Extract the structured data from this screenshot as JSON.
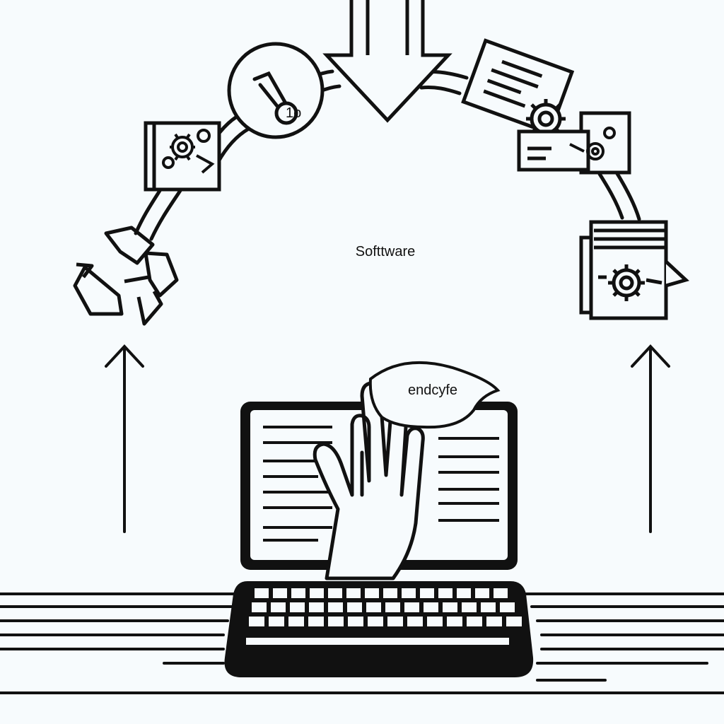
{
  "diagram": {
    "center_label": "Softtware",
    "bubble_label": "endcyfe",
    "key_badge_text": "1o"
  },
  "colors": {
    "background": "#f7fbfd",
    "ink": "#111111"
  },
  "icons": [
    "recycle-icon",
    "gear-document-icon",
    "key-icon",
    "down-arrow-icon",
    "settings-document-icon",
    "config-file-icon",
    "gear-stack-icon",
    "up-arrow-icon",
    "laptop-icon",
    "hand-icon",
    "keyboard-icon"
  ]
}
